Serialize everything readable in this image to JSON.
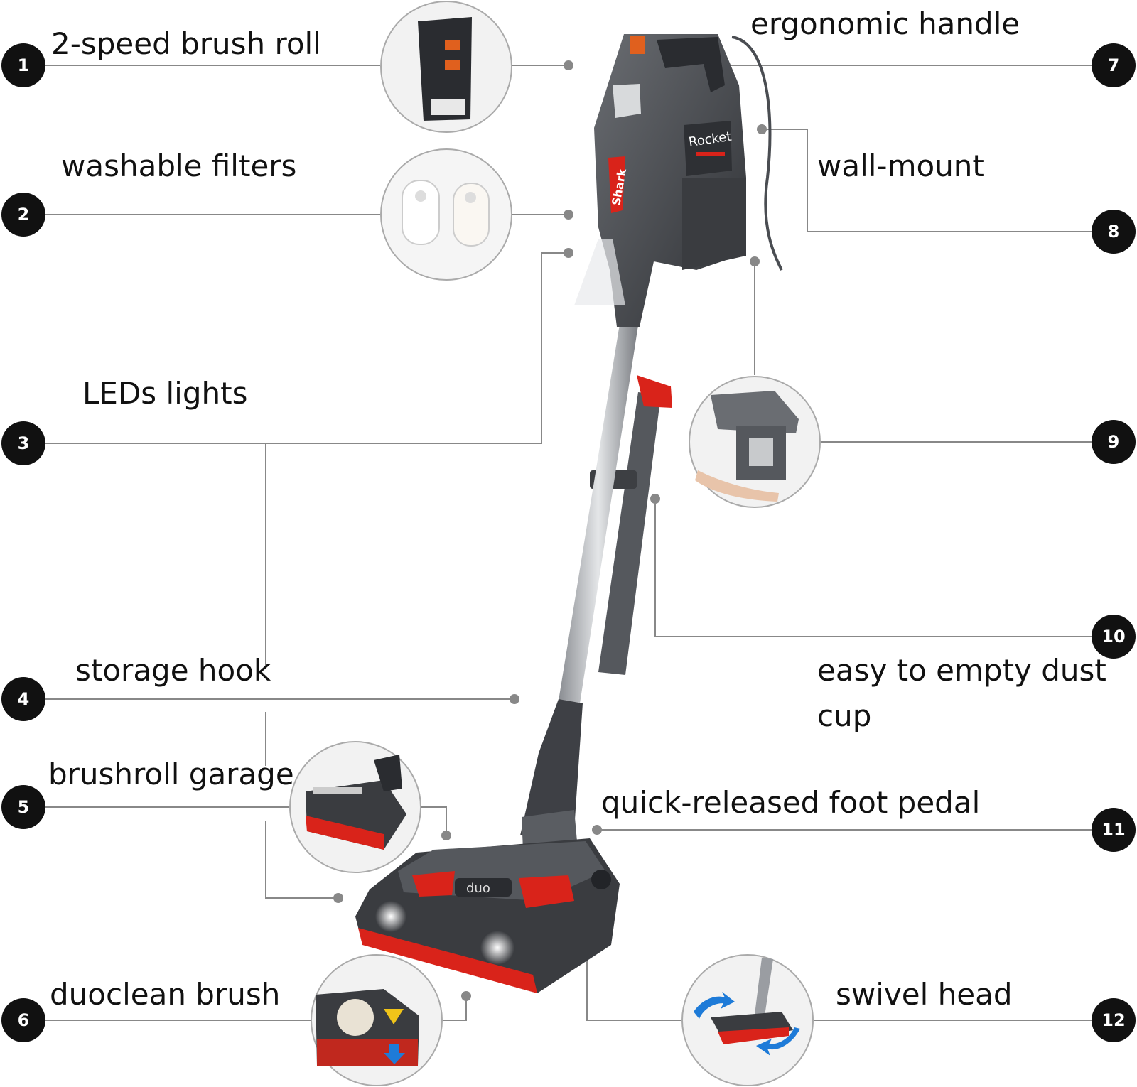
{
  "callouts": [
    {
      "num": "1",
      "label": "2-speed brush roll"
    },
    {
      "num": "2",
      "label": "washable filters"
    },
    {
      "num": "3",
      "label": "LEDs lights"
    },
    {
      "num": "4",
      "label": "storage hook"
    },
    {
      "num": "5",
      "label": "brushroll garage"
    },
    {
      "num": "6",
      "label": "duoclean brush"
    },
    {
      "num": "7",
      "label": "ergonomic handle"
    },
    {
      "num": "8",
      "label": "wall-mount"
    },
    {
      "num": "9",
      "label": ""
    },
    {
      "num": "10",
      "label": "easy to empty dust cup"
    },
    {
      "num": "11",
      "label": "quick-released foot pedal"
    },
    {
      "num": "12",
      "label": "swivel head"
    }
  ],
  "product": {
    "brand_text": "Shark",
    "model_text": "Rocket",
    "head_text": "duo"
  },
  "colors": {
    "body": "#4a4d52",
    "accent": "#d9231a",
    "line": "#888888",
    "badge": "#111111"
  }
}
